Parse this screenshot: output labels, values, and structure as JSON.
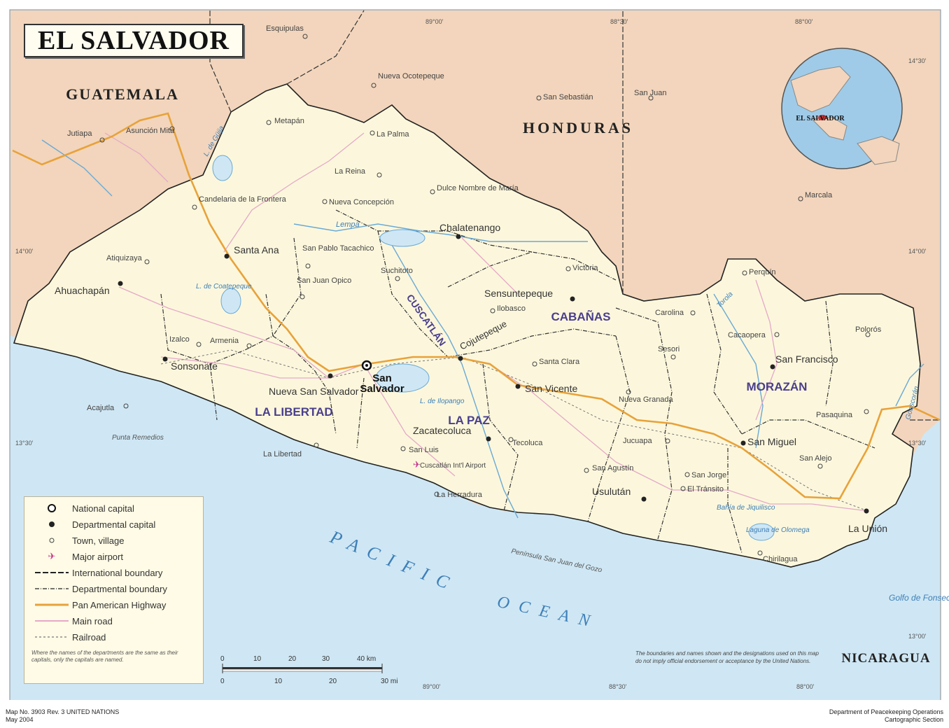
{
  "title": "EL SALVADOR",
  "countries": {
    "guatemala": "GUATEMALA",
    "honduras": "HONDURAS",
    "nicaragua": "NICARAGUA",
    "globe_label": "EL SALVADOR"
  },
  "ocean": {
    "word1": "PACIFIC",
    "word2": "OCEAN"
  },
  "departments": [
    "LA LIBERTAD",
    "CABAÑAS",
    "CUSCATLÁN",
    "LA PAZ",
    "MORAZÁN"
  ],
  "places": {
    "national_capital": [
      "San",
      "Salvador"
    ],
    "departmental_capitals": [
      "Santa Ana",
      "Ahuachapán",
      "Sonsonate",
      "Nueva San Salvador",
      "Chalatenango",
      "Sensuntepeque",
      "Cojutepeque",
      "Zacatecoluca",
      "San Vicente",
      "San Miguel",
      "San Francisco",
      "Usulután",
      "La Unión"
    ],
    "towns": [
      "Esquipulas",
      "Nueva Ocotepeque",
      "San Sebastián",
      "San Juan",
      "Jutiapa",
      "Asunción Mita",
      "Metapán",
      "La Palma",
      "La Reina",
      "Nueva Concepción",
      "Dulce Nombre de María",
      "Candelaria de la Frontera",
      "Atiquizaya",
      "San Pablo Tacachico",
      "San Juan Opico",
      "Suchitoto",
      "Victoria",
      "Ilobasco",
      "Izalco",
      "Armenia",
      "Acajutla",
      "La Libertad",
      "San Luis",
      "Tecoluca",
      "Santa Clara",
      "Nueva Granada",
      "Jucuapa",
      "San Agustín",
      "San Jorge",
      "El Tránsito",
      "Chirilagua",
      "Perquín",
      "Cacaopera",
      "Carolina",
      "Sesori",
      "Polorós",
      "Pasaquina",
      "San Alejo",
      "Marcala",
      "La Herradura"
    ],
    "airport": "Cuscatlán Int'l Airport",
    "capes": [
      "Punta Remedios"
    ],
    "physical": [
      "L. de Güija",
      "L. de Coatepeque",
      "L. de Ilopango",
      "Lempa",
      "Torola",
      "Goascorán",
      "Golfo de Fonseca",
      "Bahía de Jiquilisco",
      "Laguna de Olomega",
      "Península San Juan del Gozo"
    ]
  },
  "graticule": {
    "top": [
      "89°00'",
      "88°30'",
      "88°00'"
    ],
    "bottom": [
      "89°00'",
      "88°30'",
      "88°00'"
    ],
    "left": [
      "14°00'",
      "13°30'"
    ],
    "right": [
      "14°30'",
      "14°00'",
      "13°30'",
      "13°00'"
    ]
  },
  "legend": {
    "items": [
      "National capital",
      "Departmental capital",
      "Town, village",
      "Major airport",
      "International boundary",
      "Departmental boundary",
      "Pan American Highway",
      "Main road",
      "Railroad"
    ],
    "note": "Where the names of the departments are the same as their capitals, only the capitals are named."
  },
  "scale": {
    "km_labels": [
      "0",
      "10",
      "20",
      "30",
      "40 km"
    ],
    "mi_labels": [
      "0",
      "10",
      "20",
      "30 mi"
    ]
  },
  "disclaimer": "The boundaries and names shown and the designations used on this map do not imply official endorsement or acceptance by the United Nations.",
  "footer": {
    "left_line1": "Map No. 3903 Rev. 3   UNITED NATIONS",
    "left_line2": "May 2004",
    "right_line1": "Department of Peacekeeping Operations",
    "right_line2": "Cartographic Section"
  },
  "colors": {
    "ocean": "#cfe7f4",
    "neighbor": "#f2d5bc",
    "country": "#fcf7dc",
    "highway": "#e8a23a",
    "road": "#e5a8c8",
    "boundary": "#333333",
    "river": "#6aa9d6",
    "department_label": "#4a3f8c"
  }
}
